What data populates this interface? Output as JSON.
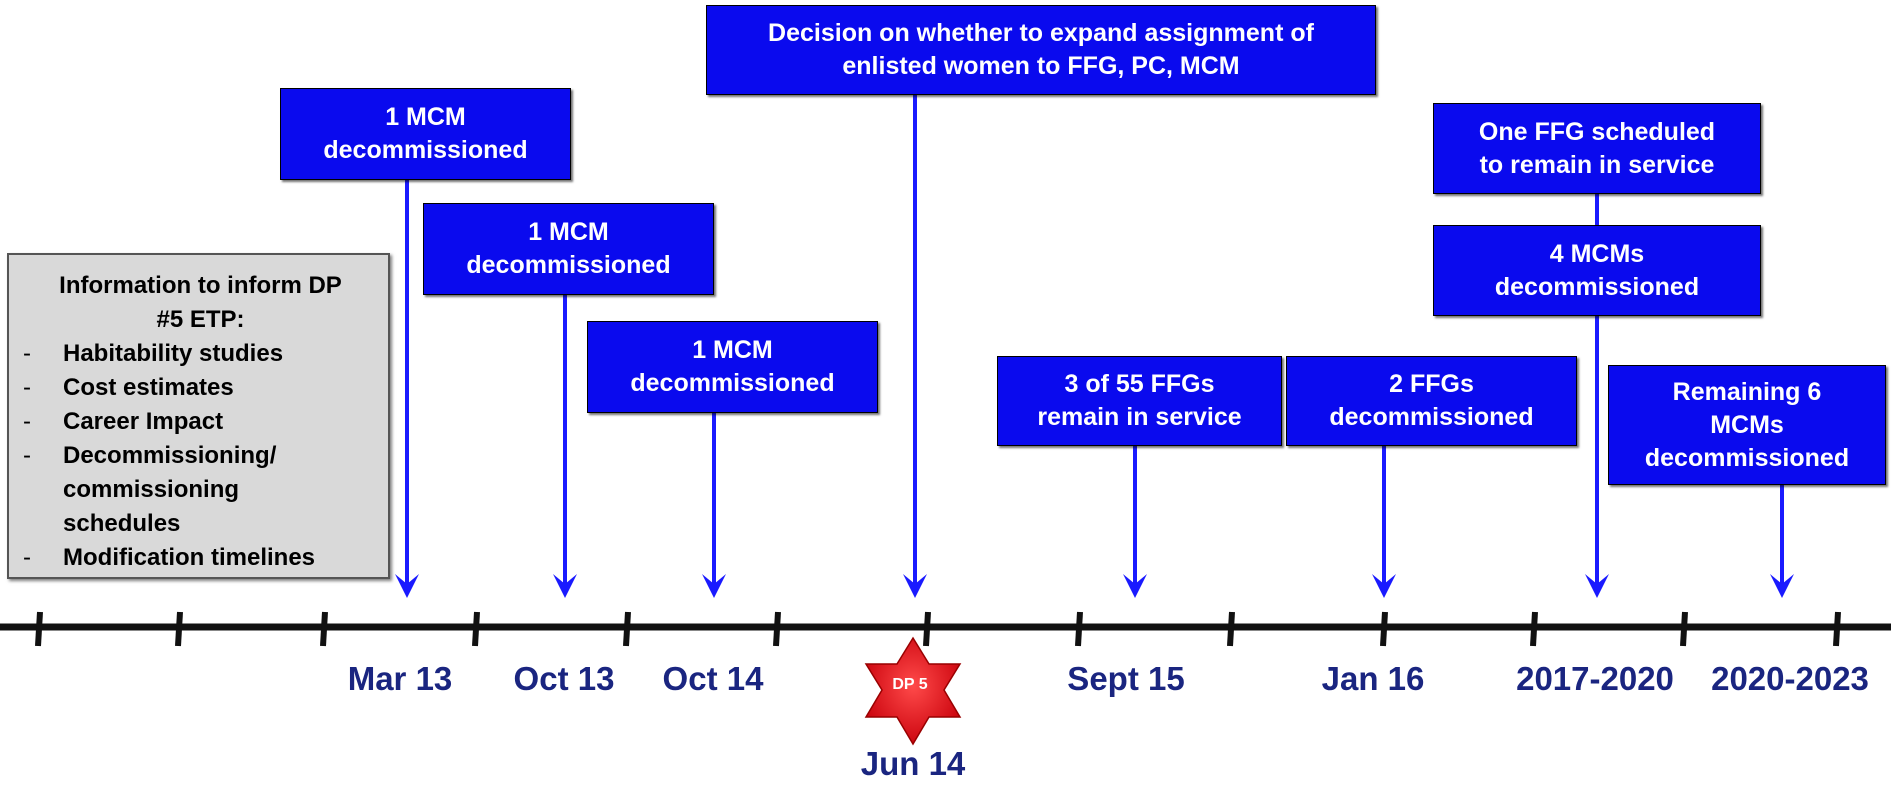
{
  "events": [
    {
      "id": "mar13",
      "label": "1 MCM\ndecommissioned",
      "date": "Mar 13"
    },
    {
      "id": "oct13",
      "label": "1 MCM\ndecommissioned",
      "date": "Oct 13"
    },
    {
      "id": "oct14",
      "label": "1 MCM\ndecommissioned",
      "date": "Oct 14"
    },
    {
      "id": "jun14",
      "label": "Decision on whether to expand assignment of\nenlisted women to FFG, PC, MCM",
      "date": "Jun 14"
    },
    {
      "id": "sept15",
      "label": "3 of 55 FFGs\nremain in service",
      "date": "Sept 15"
    },
    {
      "id": "jan16",
      "label": "2 FFGs\ndecommissioned",
      "date": "Jan 16"
    },
    {
      "id": "y2017a",
      "label": "One FFG scheduled\nto remain in service",
      "date": "2017-2020"
    },
    {
      "id": "y2017b",
      "label": "4 MCMs\ndecommissioned",
      "date": ""
    },
    {
      "id": "y2020",
      "label": "Remaining 6\nMCMs\ndecommissioned",
      "date": "2020-2023"
    }
  ],
  "info_box": {
    "title": "Information to inform DP\n#5 ETP:",
    "items": [
      "Habitability studies",
      "Cost estimates",
      "Career Impact",
      "Decommissioning/\ncommissioning\nschedules",
      "Modification timelines"
    ],
    "bullet": "-"
  },
  "decision_point": {
    "label": "DP 5"
  },
  "colors": {
    "box": "#0a0aee",
    "arrow": "#1a1aff",
    "date": "#1a2580",
    "star": "#e0141e",
    "info_bg": "#d9d9d9"
  }
}
